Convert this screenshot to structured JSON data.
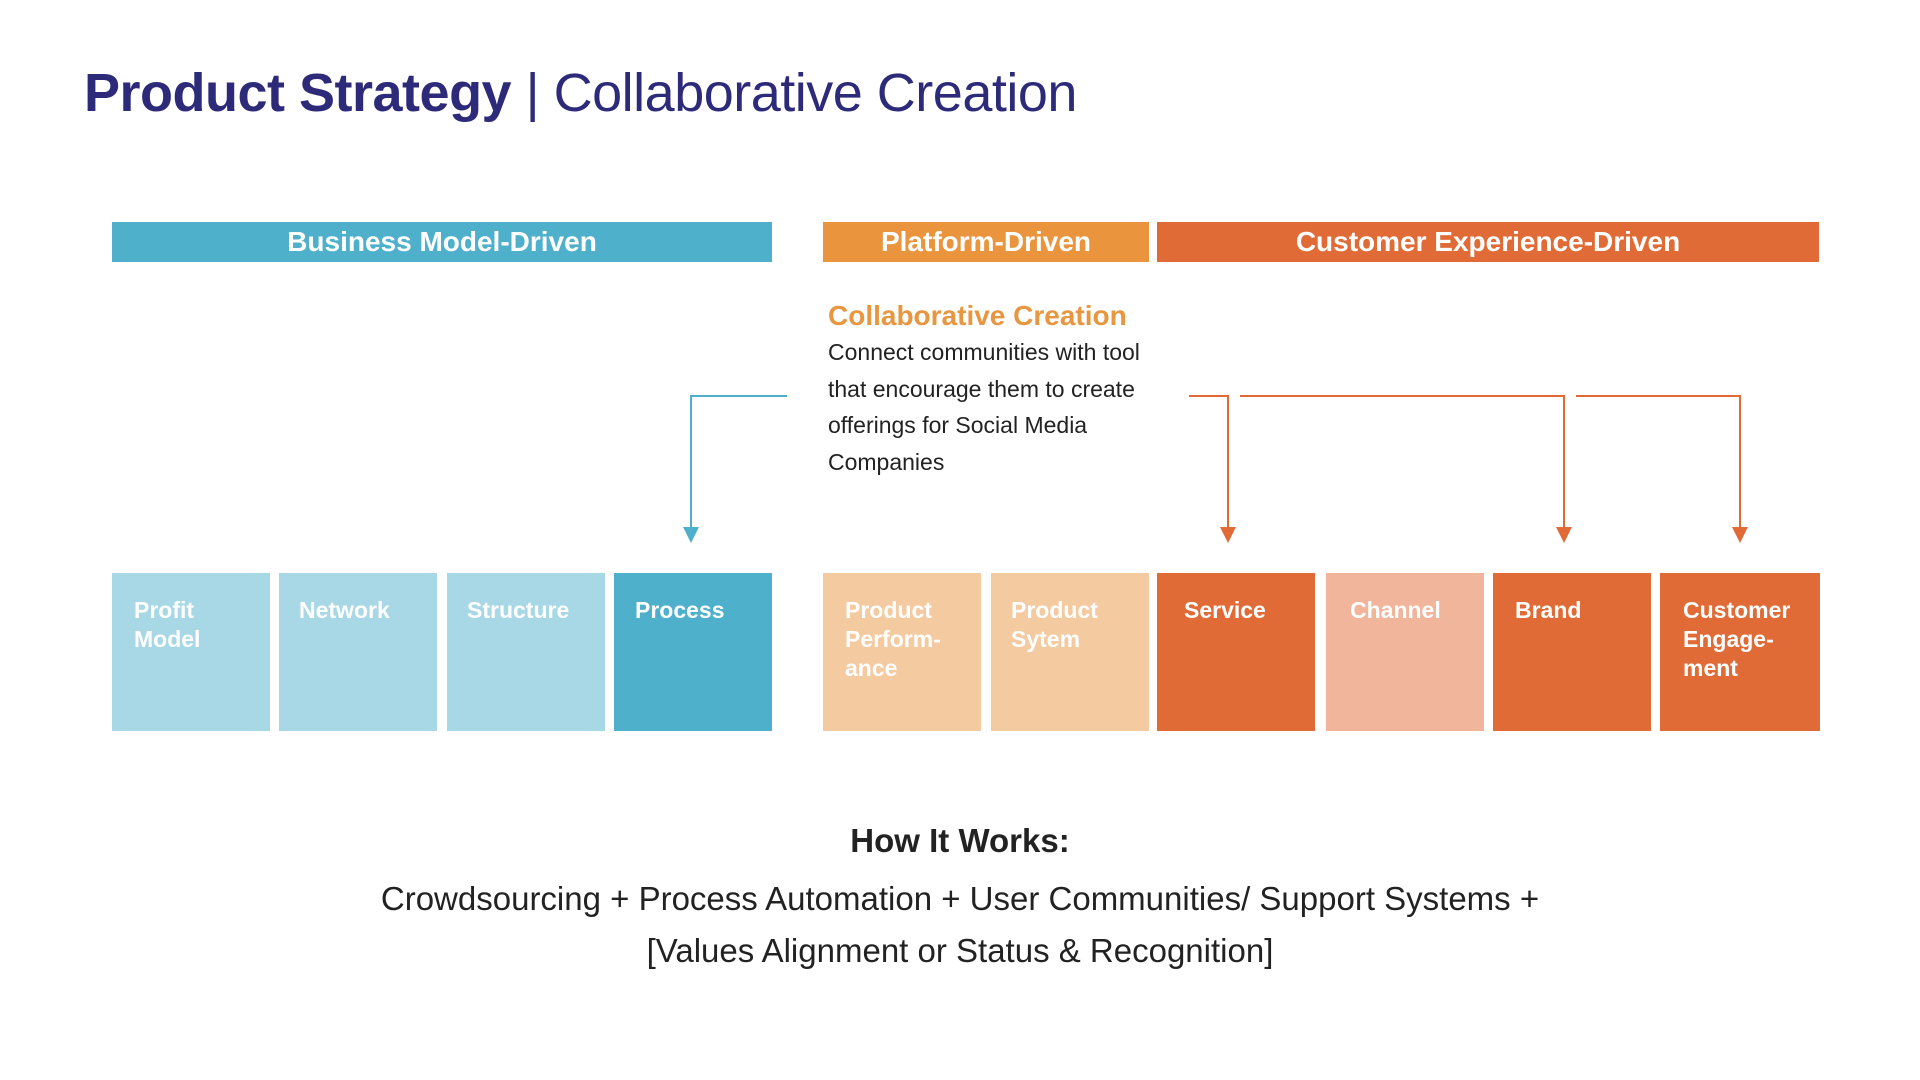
{
  "title": {
    "bold": "Product Strategy",
    "separator": " | ",
    "rest": "Collaborative Creation"
  },
  "headers": {
    "business": "Business Model-Driven",
    "platform": "Platform-Driven",
    "customer": "Customer Experience-Driven"
  },
  "callout": {
    "title": "Collaborative Creation",
    "body": "Connect communities with tool that encourage them to create offerings for Social Media Companies"
  },
  "boxes": [
    {
      "label": "Profit\nModel",
      "color": "#a8d8e6"
    },
    {
      "label": "Network",
      "color": "#a8d8e6"
    },
    {
      "label": "Structure",
      "color": "#a8d8e6"
    },
    {
      "label": "Process",
      "color": "#4eb0cb"
    },
    {
      "label": "Product\nPerform-\nance",
      "color": "#f4caa0"
    },
    {
      "label": "Product\nSytem",
      "color": "#f4caa0"
    },
    {
      "label": "Service",
      "color": "#e06b36"
    },
    {
      "label": "Channel",
      "color": "#f0b59b"
    },
    {
      "label": "Brand",
      "color": "#e06b36"
    },
    {
      "label": "Customer\nEngage-\nment",
      "color": "#e06b36"
    }
  ],
  "how": {
    "title": "How It Works:",
    "line1": "Crowdsourcing + Process Automation + User Communities/ Support Systems +",
    "line2": "[Values Alignment or Status & Recognition]"
  },
  "colors": {
    "title": "#2e2a7a",
    "business": "#4eb0cb",
    "platform": "#ea943e",
    "customer": "#e06b36",
    "callout_title": "#e8963f"
  }
}
